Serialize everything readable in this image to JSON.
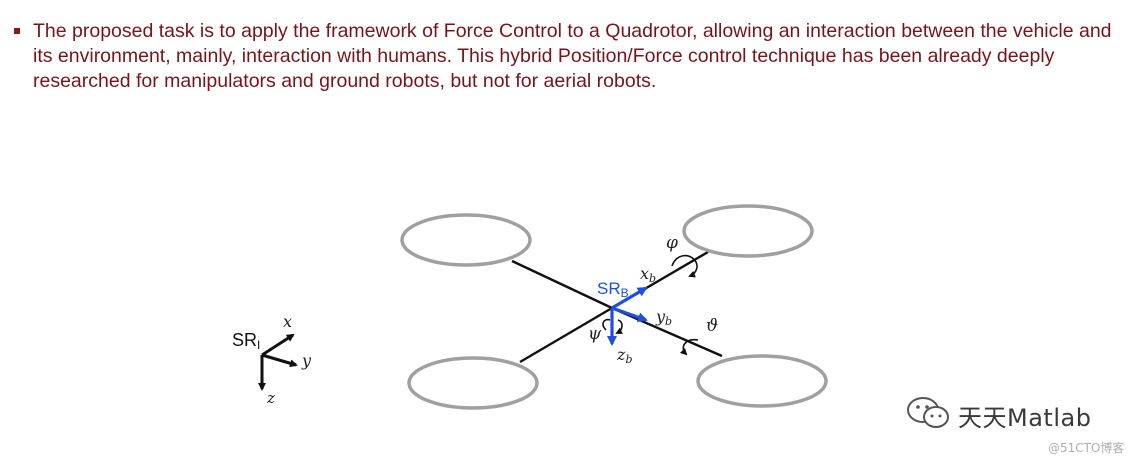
{
  "bullet": {
    "text": "The proposed task is to apply the framework of Force Control to a Quadrotor, allowing an interaction between the vehicle and its environment, mainly, interaction with humans. This hybrid Position/Force control technique has been already deeply researched for manipulators and ground robots, but not for aerial robots."
  },
  "diagram": {
    "inertial_frame": {
      "label": "SR",
      "subscript": "I",
      "x": "x",
      "y": "y",
      "z": "z"
    },
    "body_frame": {
      "label": "SR",
      "subscript": "B",
      "x": "x",
      "x_sub": "b",
      "y": "y",
      "y_sub": "b",
      "z": "z",
      "z_sub": "b"
    },
    "angles": {
      "roll": "φ",
      "pitch": "ϑ",
      "yaw": "ψ"
    },
    "colors": {
      "body_frame": "#1f4fe0",
      "rotor": "#a0a0a0",
      "arm": "#111111"
    }
  },
  "watermark": {
    "main": "天天Matlab",
    "sub": "@51CTO博客"
  }
}
